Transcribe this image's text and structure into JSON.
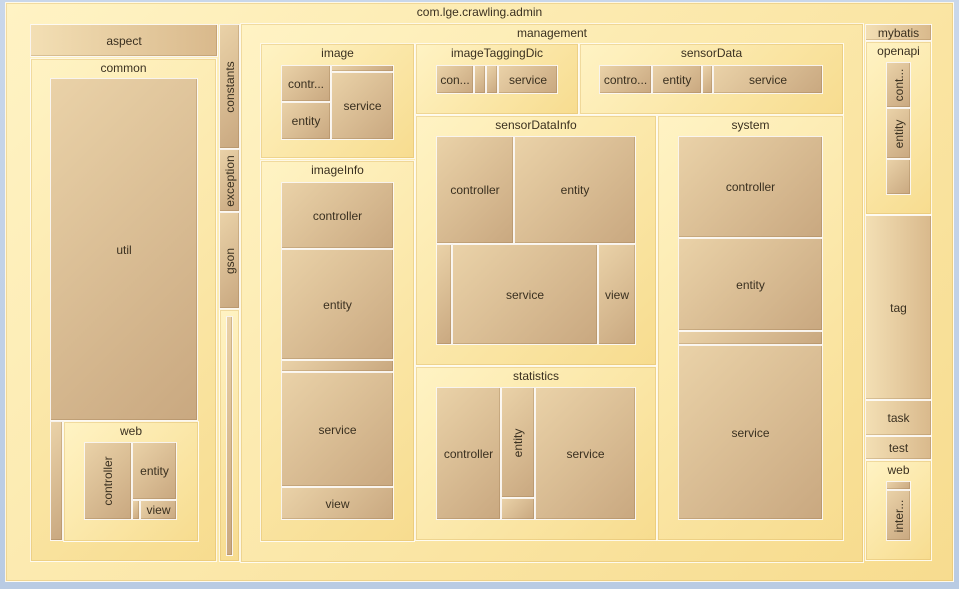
{
  "root": "com.lge.crawling.admin",
  "packages": {
    "aspect": "aspect",
    "common": "common",
    "util": "util",
    "web": "web",
    "constants": "constants",
    "exception": "exception",
    "gson": "gson",
    "management": "management",
    "image": "image",
    "imageTaggingDic": "imageTaggingDic",
    "sensorData": "sensorData",
    "imageInfo": "imageInfo",
    "sensorDataInfo": "sensorDataInfo",
    "system": "system",
    "statistics": "statistics",
    "mybatis": "mybatis",
    "openapi": "openapi",
    "tag": "tag",
    "task": "task",
    "test": "test",
    "web2": "web"
  },
  "leaves": {
    "controller": "controller",
    "contr_trunc": "contr...",
    "con_trunc": "con...",
    "contro_trunc": "contro...",
    "cont_trunc": "cont...",
    "inter_trunc": "inter...",
    "entity": "entity",
    "service": "service",
    "view": "view"
  }
}
